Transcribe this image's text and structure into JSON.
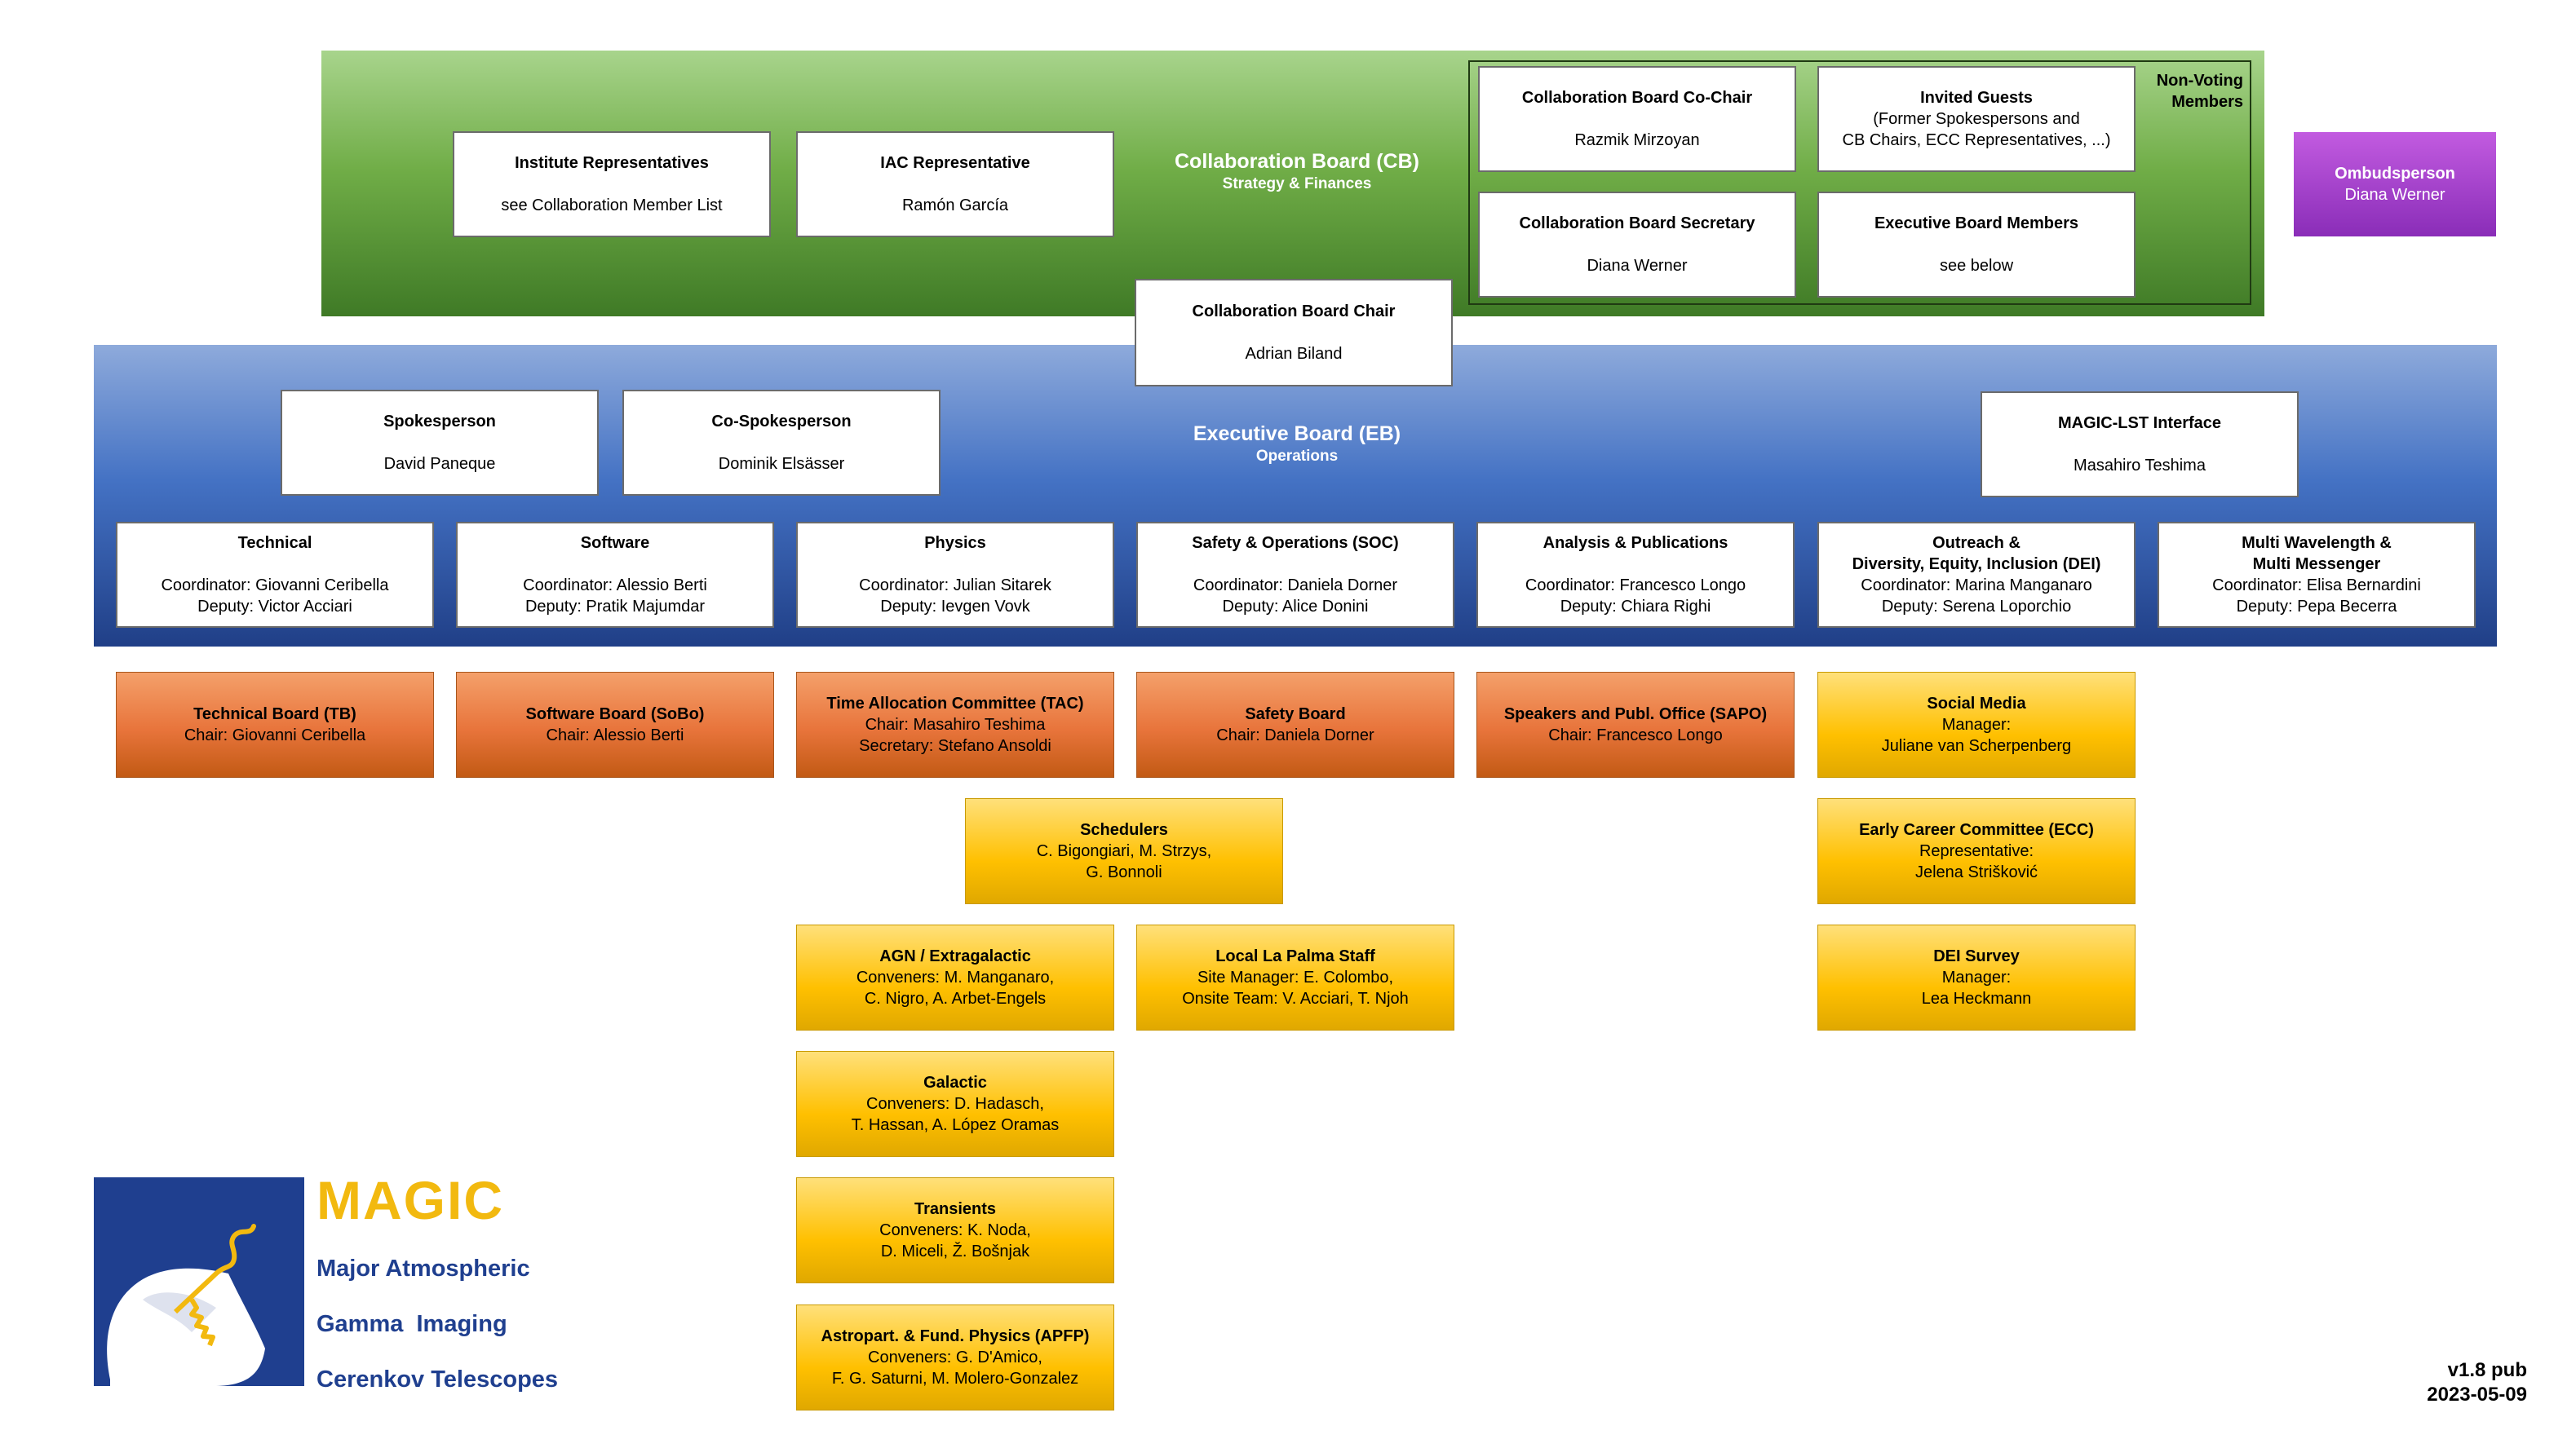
{
  "cb": {
    "title": "Collaboration Board (CB)",
    "subtitle": "Strategy & Finances",
    "institute": {
      "title": "Institute Representatives",
      "text": "see Collaboration Member List"
    },
    "iac": {
      "title": "IAC Representative",
      "text": "Ramón García"
    },
    "cochair": {
      "title": "Collaboration Board Co-Chair",
      "text": "Razmik Mirzoyan"
    },
    "secretary": {
      "title": "Collaboration Board Secretary",
      "text": "Diana Werner"
    },
    "guests": {
      "title": "Invited Guests",
      "line1": "(Former Spokespersons and",
      "line2": "CB Chairs, ECC Representatives, ...)"
    },
    "eb_members": {
      "title": "Executive Board Members",
      "text": "see below"
    },
    "nonvoting_line1": "Non-Voting",
    "nonvoting_line2": "Members",
    "chair": {
      "title": "Collaboration Board Chair",
      "text": "Adrian Biland"
    }
  },
  "ombudsperson": {
    "title": "Ombudsperson",
    "name": "Diana Werner"
  },
  "eb": {
    "title": "Executive Board (EB)",
    "subtitle": "Operations",
    "spokesperson": {
      "title": "Spokesperson",
      "text": "David Paneque"
    },
    "cospokesperson": {
      "title": "Co-Spokesperson",
      "text": "Dominik Elsässer"
    },
    "interface": {
      "title": "MAGIC-LST Interface",
      "text": "Masahiro Teshima"
    },
    "areas": [
      {
        "title1": "Technical",
        "title2": "",
        "coord": "Coordinator: Giovanni Ceribella",
        "deputy": "Deputy: Victor Acciari"
      },
      {
        "title1": "Software",
        "title2": "",
        "coord": "Coordinator: Alessio Berti",
        "deputy": "Deputy: Pratik Majumdar"
      },
      {
        "title1": "Physics",
        "title2": "",
        "coord": "Coordinator: Julian Sitarek",
        "deputy": "Deputy: Ievgen Vovk"
      },
      {
        "title1": "Safety & Operations (SOC)",
        "title2": "",
        "coord": "Coordinator: Daniela Dorner",
        "deputy": "Deputy: Alice Donini"
      },
      {
        "title1": "Analysis & Publications",
        "title2": "",
        "coord": "Coordinator: Francesco Longo",
        "deputy": "Deputy: Chiara Righi"
      },
      {
        "title1": "Outreach &",
        "title2": "Diversity, Equity, Inclusion (DEI)",
        "coord": "Coordinator: Marina Manganaro",
        "deputy": "Deputy: Serena Loporchio"
      },
      {
        "title1": "Multi Wavelength &",
        "title2": "Multi Messenger",
        "coord": "Coordinator: Elisa Bernardini",
        "deputy": "Deputy: Pepa Becerra"
      }
    ]
  },
  "boards": [
    {
      "title": "Technical Board (TB)",
      "l1": "Chair: Giovanni Ceribella",
      "l2": ""
    },
    {
      "title": "Software Board (SoBo)",
      "l1": "Chair: Alessio Berti",
      "l2": ""
    },
    {
      "title": "Time Allocation Committee (TAC)",
      "l1": "Chair: Masahiro Teshima",
      "l2": "Secretary: Stefano Ansoldi"
    },
    {
      "title": "Safety Board",
      "l1": "Chair: Daniela Dorner",
      "l2": ""
    },
    {
      "title": "Speakers and Publ. Office (SAPO)",
      "l1": "Chair: Francesco Longo",
      "l2": ""
    }
  ],
  "yellow": {
    "social": {
      "title": "Social Media",
      "l1": "Manager:",
      "l2": "Juliane van Scherpenberg"
    },
    "ecc": {
      "title": "Early Career Committee (ECC)",
      "l1": "Representative:",
      "l2": "Jelena Strišković"
    },
    "dei": {
      "title": "DEI Survey",
      "l1": "Manager:",
      "l2": "Lea Heckmann"
    },
    "schedulers": {
      "title": "Schedulers",
      "l1": "C. Bigongiari, M. Strzys,",
      "l2": "G. Bonnoli"
    },
    "agn": {
      "title": "AGN / Extragalactic",
      "l1": "Conveners: M. Manganaro,",
      "l2": "C. Nigro, A. Arbet-Engels"
    },
    "staff": {
      "title": "Local La Palma Staff",
      "l1": "Site Manager: E. Colombo,",
      "l2": "Onsite Team: V. Acciari, T. Njoh"
    },
    "galactic": {
      "title": "Galactic",
      "l1": "Conveners: D. Hadasch,",
      "l2": "T. Hassan, A. López Oramas"
    },
    "transients": {
      "title": "Transients",
      "l1": "Conveners: K. Noda,",
      "l2": "D. Miceli, Ž. Bošnjak"
    },
    "apfp": {
      "title": "Astropart. & Fund. Physics (APFP)",
      "l1": "Conveners: G. D'Amico,",
      "l2": "F. G. Saturni, M. Molero-Gonzalez"
    }
  },
  "logo": {
    "name": "MAGIC",
    "line1": "Major Atmospheric",
    "line2": "Gamma  Imaging",
    "line3": "Cerenkov Telescopes"
  },
  "version": {
    "label": "v1.8 pub",
    "date": "2023-05-09"
  }
}
